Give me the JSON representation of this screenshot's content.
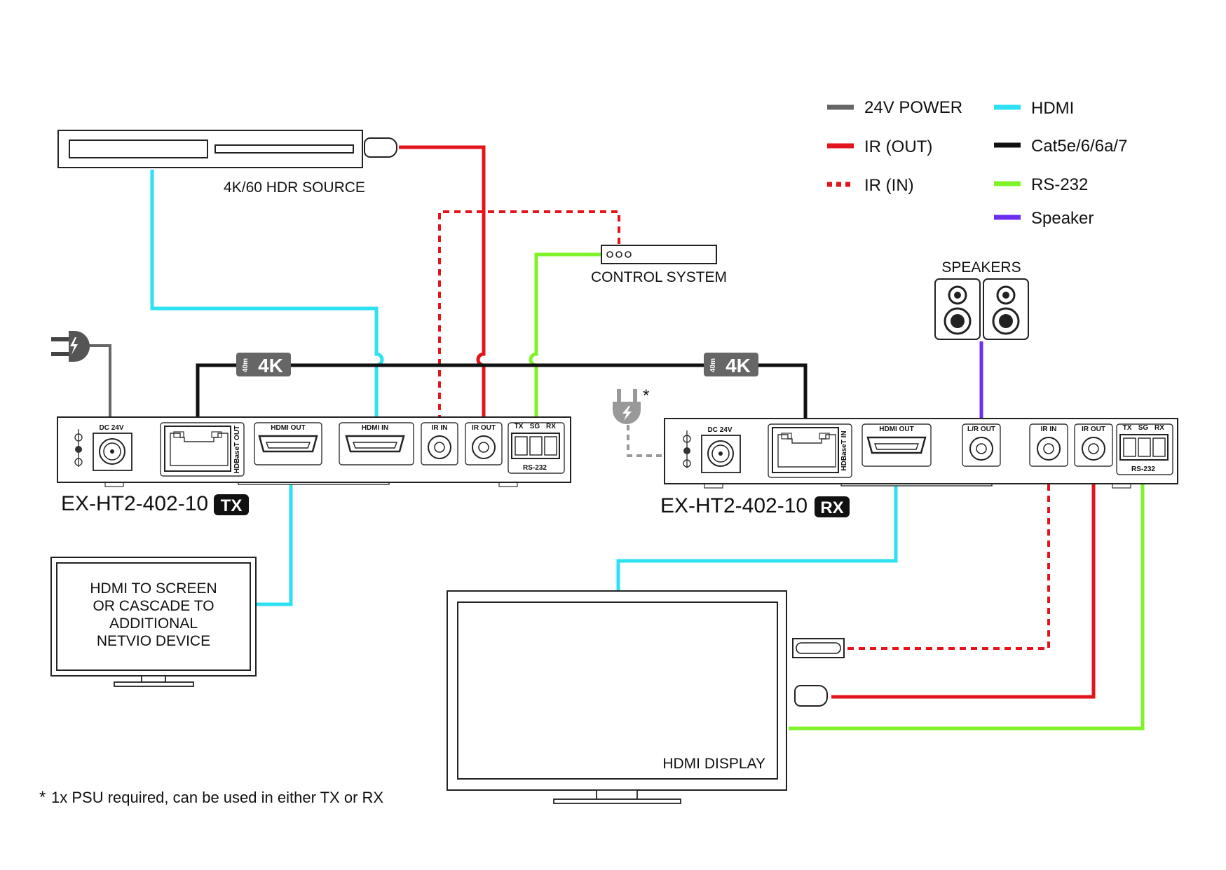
{
  "legend": {
    "power": "24V POWER",
    "ir_out": "IR (OUT)",
    "ir_in": "IR (IN)",
    "hdmi": "HDMI",
    "cat": "Cat5e/6/6a/7",
    "rs232": "RS-232",
    "speaker": "Speaker"
  },
  "colors": {
    "power": "#666666",
    "ir": "#e3141b",
    "hdmi": "#2ee1f2",
    "cat": "#111111",
    "rs232": "#7ff22a",
    "speaker": "#6c2ef0"
  },
  "devices": {
    "source": "4K/60 HDR SOURCE",
    "control": "CONTROL SYSTEM",
    "speakers": "SPEAKERS",
    "tx_model": "EX-HT2-402-10",
    "tx_badge": "TX",
    "rx_model": "EX-HT2-402-10",
    "rx_badge": "RX",
    "screen_lines": [
      "HDMI TO SCREEN",
      "OR CASCADE TO",
      "ADDITIONAL",
      "NETVIO DEVICE"
    ],
    "display": "HDMI DISPLAY"
  },
  "badges": {
    "distance": "40m",
    "resolution": "4K"
  },
  "tx_ports": {
    "dc": "DC 24V",
    "hdbaset": "HDBaseT OUT",
    "hdmi_out": "HDMI OUT",
    "hdmi_in": "HDMI IN",
    "ir_in": "IR IN",
    "ir_out": "IR OUT",
    "tx": "TX",
    "sg": "SG",
    "rx": "RX",
    "rs232": "RS-232"
  },
  "rx_ports": {
    "dc": "DC 24V",
    "hdbaset": "HDBaseT IN",
    "hdmi_out": "HDMI OUT",
    "lr_out": "L/R OUT",
    "ir_in": "IR IN",
    "ir_out": "IR OUT",
    "tx": "TX",
    "sg": "SG",
    "rx": "RX",
    "rs232": "RS-232"
  },
  "footnote": {
    "star": "*",
    "text": "1x PSU required, can be used in either TX or RX"
  },
  "psu_star": "*"
}
